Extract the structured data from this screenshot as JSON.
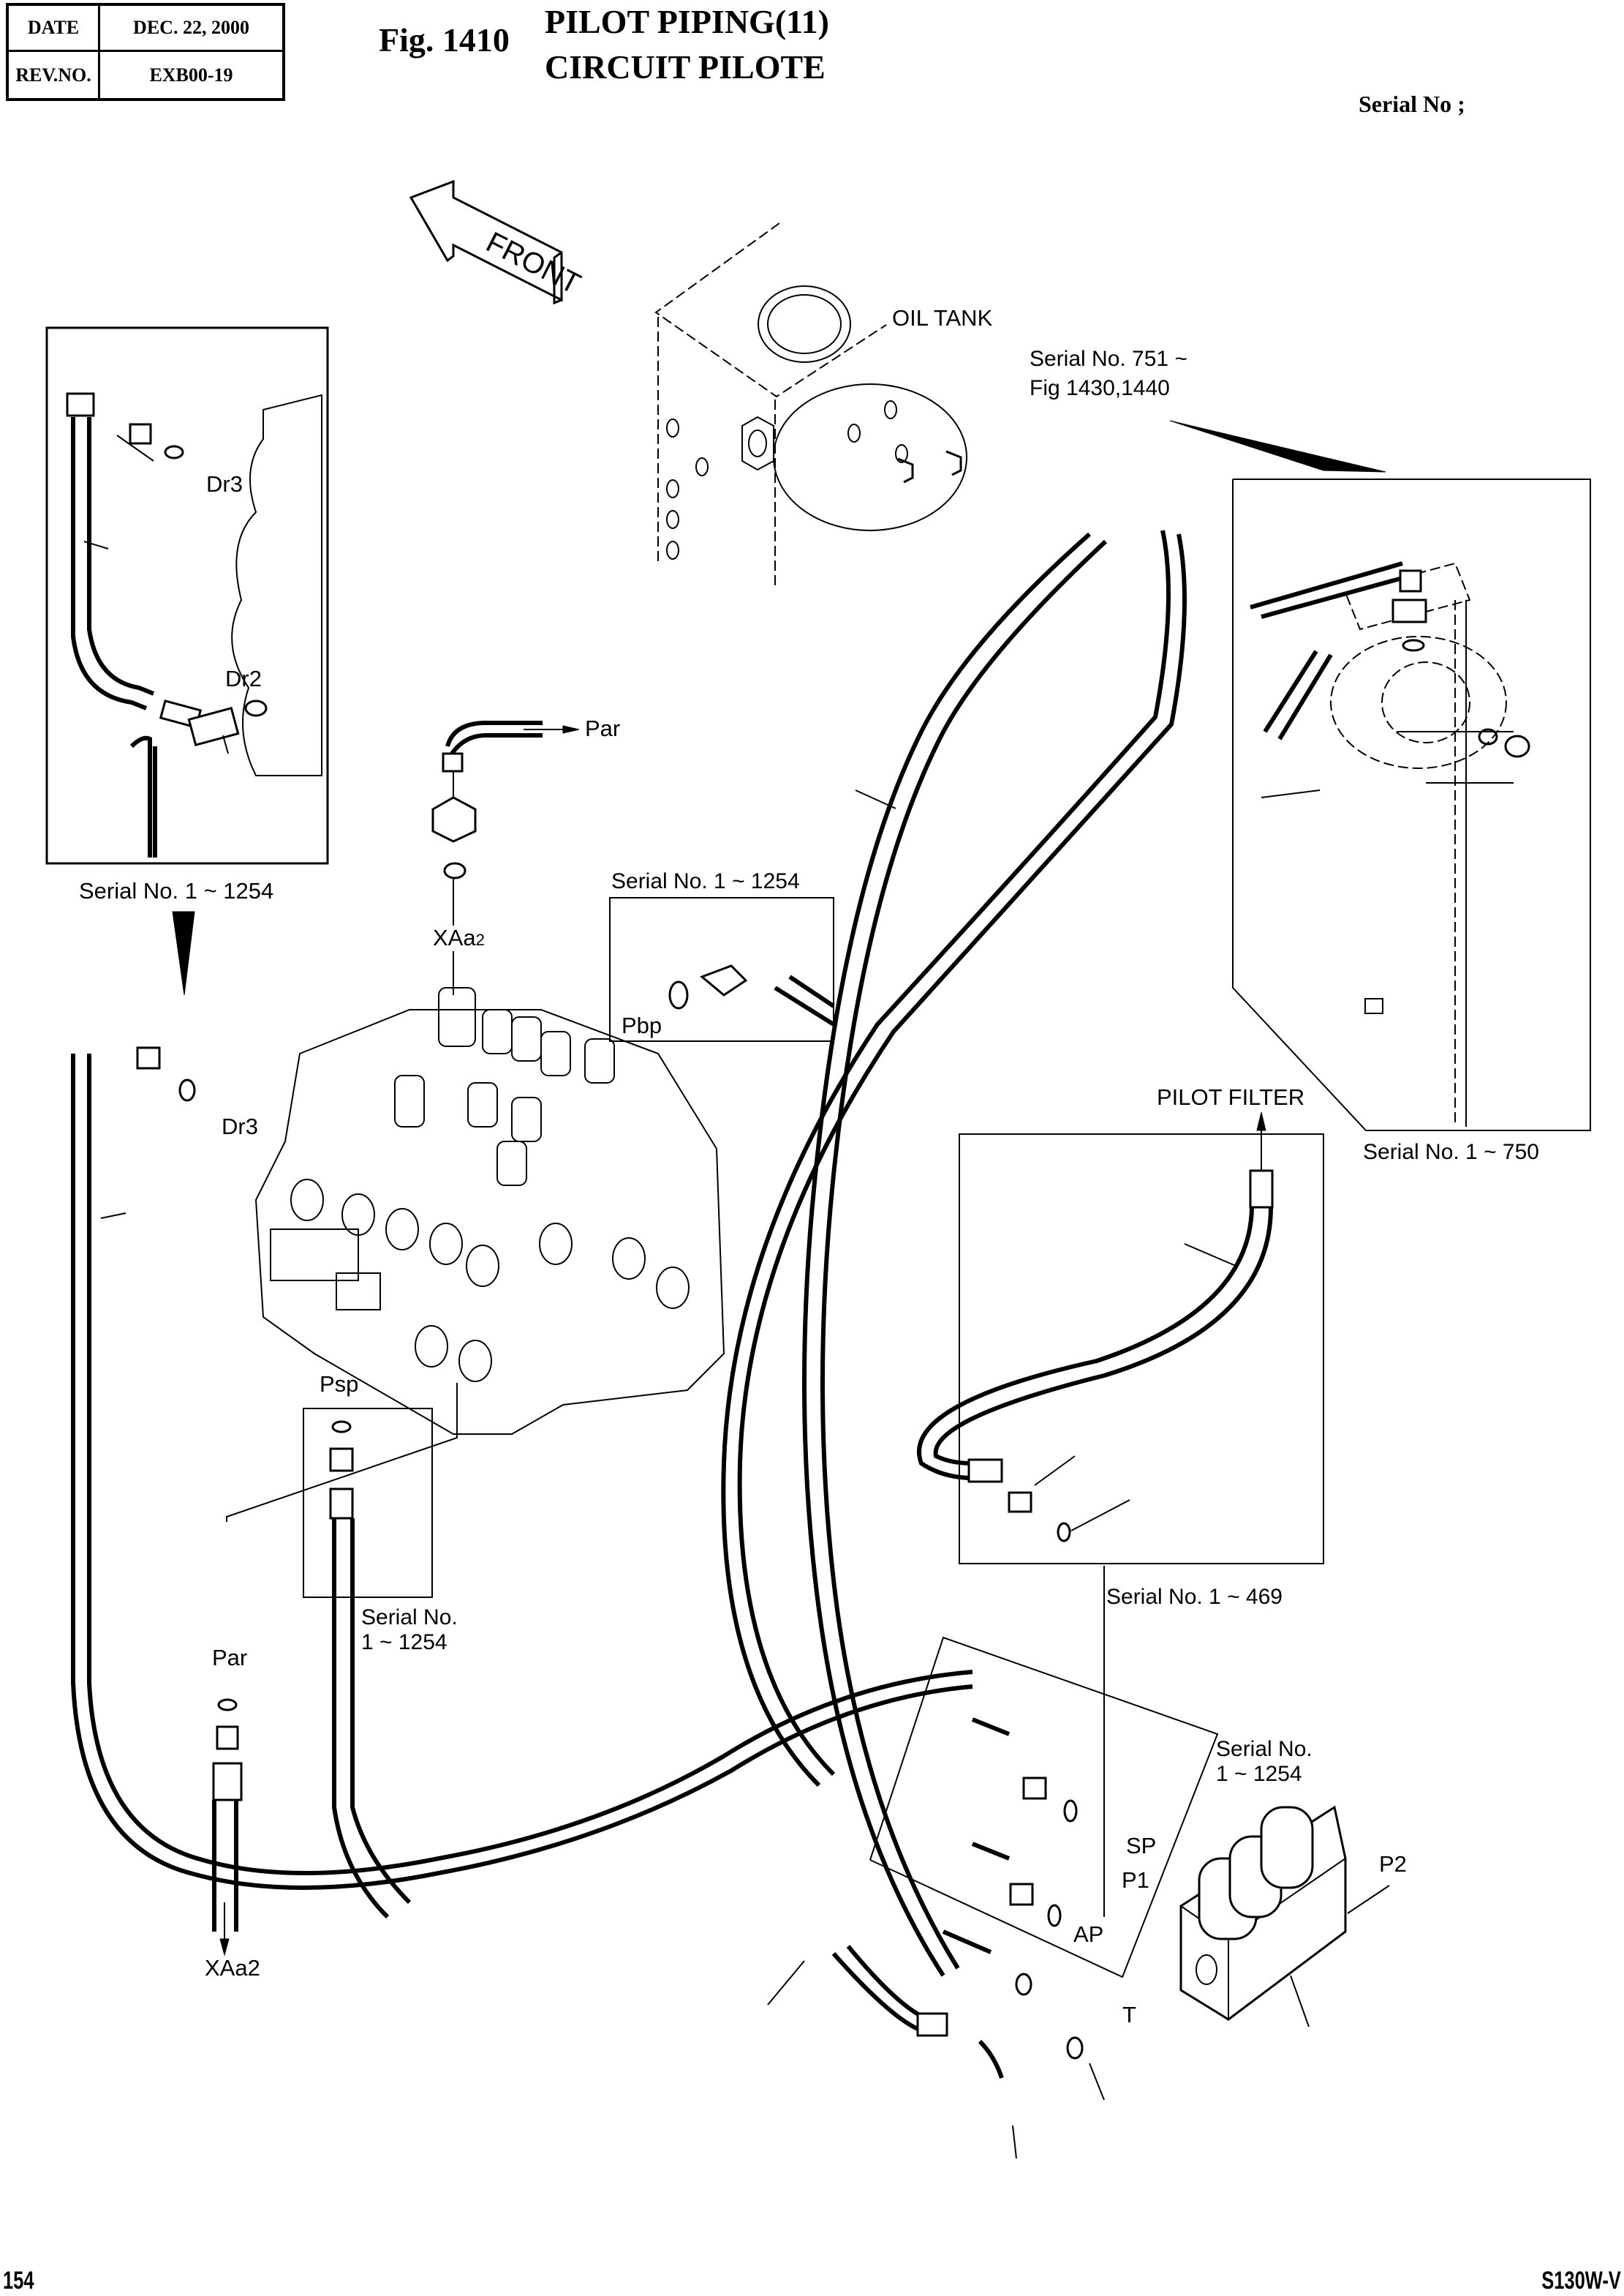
{
  "header": {
    "stamp": {
      "date_label": "DATE",
      "date_value": "DEC. 22, 2000",
      "rev_label": "REV.NO.",
      "rev_value": "EXB00-19"
    },
    "figure_number": "Fig. 1410",
    "title_en": "PILOT PIPING(11)",
    "title_fr": "CIRCUIT PILOTE",
    "serial_no_label": "Serial No ;"
  },
  "direction_arrow": {
    "label": "FRONT",
    "icon": "front-arrow-icon"
  },
  "components": {
    "oil_tank": "OIL TANK",
    "pilot_filter": "PILOT FILTER"
  },
  "callouts": {
    "oil_tank_serial": "Serial No. 751 ~",
    "oil_tank_ref": "Fig 1430,1440",
    "left_inset_serial": "Serial No. 1 ~ 1254",
    "pbp_inset_serial": "Serial No. 1 ~ 1254",
    "right_inset_serial": "Serial No. 1 ~ 750",
    "filter_inset_serial": "Serial No. 1 ~ 469",
    "psp_inset_serial_line1": "Serial No.",
    "psp_inset_serial_line2": "1 ~ 1254",
    "block_inset_serial_line1": "Serial No.",
    "block_inset_serial_line2": "1 ~ 1254"
  },
  "port_labels": {
    "dr3_inset": "Dr3",
    "dr2_inset": "Dr2",
    "par_top": "Par",
    "xaa2_top_main": "XAa",
    "xaa2_top_sub": "2",
    "pbp": "Pbp",
    "dr3_main": "Dr3",
    "psp": "Psp",
    "par_bottom": "Par",
    "xaa2_bottom": "XAa2",
    "sp": "SP",
    "p1": "P1",
    "p2": "P2",
    "ap": "AP",
    "t": "T"
  },
  "footer": {
    "page_number": "154",
    "model": "S130W-V"
  }
}
